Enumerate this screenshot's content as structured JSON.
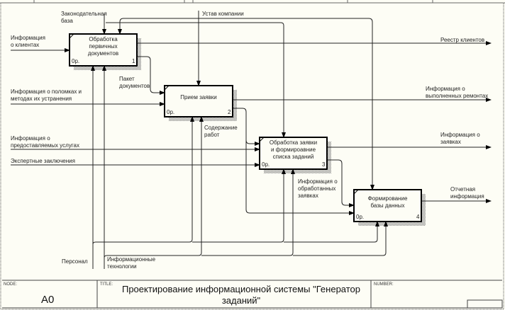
{
  "diagram": {
    "type": "IDEF0",
    "boxes": [
      {
        "id": "1",
        "title": "Обработка первичных документов",
        "lines": [
          "Обработка",
          "первичных",
          "документов"
        ],
        "cost": "0р.",
        "number": "1"
      },
      {
        "id": "2",
        "title": "Прием заявки",
        "lines": [
          "Прием заявки"
        ],
        "cost": "0р.",
        "number": "2"
      },
      {
        "id": "3",
        "title": "Обработка заявки и формирование списка заданий",
        "lines": [
          "Обработка заявки",
          "и формироавние",
          "списка заданий"
        ],
        "cost": "0р.",
        "number": "3"
      },
      {
        "id": "4",
        "title": "Формирование базы данных",
        "lines": [
          "Формирование",
          "базы данных"
        ],
        "cost": "0р.",
        "number": "4"
      }
    ],
    "inputs": {
      "client_info": [
        "Информация",
        "о клиентах"
      ],
      "breakdown_info": [
        "Информация о поломках и",
        "методах их устранения"
      ],
      "services_info": [
        "Информация о",
        "предоставляемых услугах"
      ],
      "expert": [
        "Экспертные заключения"
      ]
    },
    "controls": {
      "law": [
        "Законодательная",
        "база"
      ],
      "charter": [
        "Устав компании"
      ]
    },
    "mechanisms": {
      "staff": [
        "Персонал"
      ],
      "it": [
        "Информационные",
        "технологии"
      ]
    },
    "internal": {
      "doc_package": [
        "Пакет",
        "документов"
      ],
      "work_content": [
        "Содержание",
        "работ"
      ],
      "processed_info": [
        "Информация о",
        "обработанных",
        "заявках"
      ]
    },
    "outputs": {
      "client_registry": [
        "Реестр клиентов"
      ],
      "repairs_info": [
        "Информация о",
        "выполненных ремонтах"
      ],
      "requests_info": [
        "Информация о",
        "заявках"
      ],
      "report_info": [
        "Отчетная",
        "информация"
      ]
    }
  },
  "footer": {
    "node_label": "NODE:",
    "node_value": "A0",
    "title_label": "TITLE:",
    "title_lines": [
      "Проектирование информационной системы  \"Генератор",
      "заданий\""
    ],
    "number_label": "NUMBER:"
  }
}
